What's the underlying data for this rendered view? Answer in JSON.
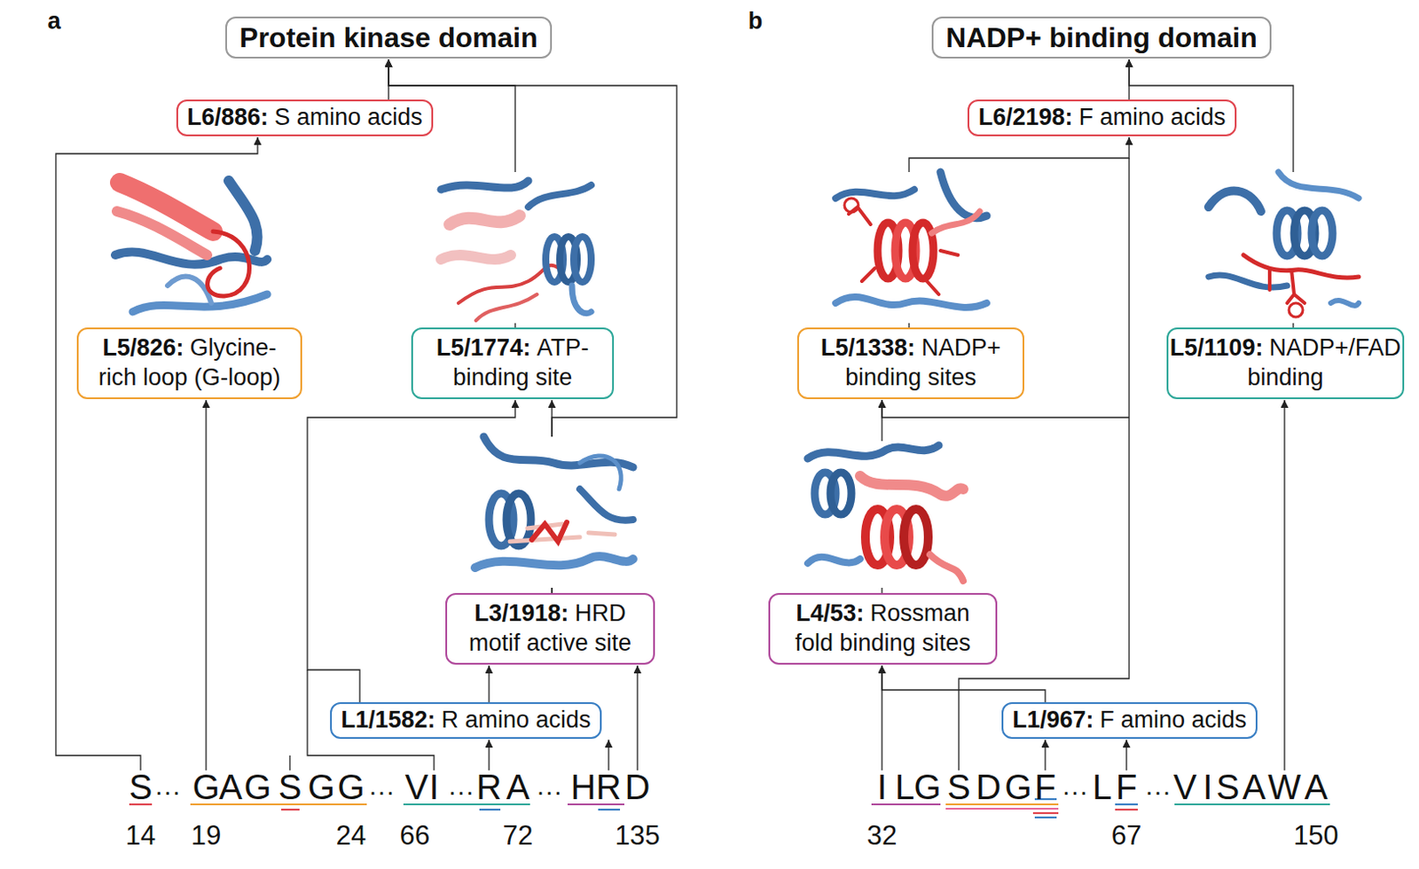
{
  "diagram": {
    "nodes": [
      {
        "text": [
          "Protein kinase domain"
        ]
      },
      {
        "text": [
          "L6/886:",
          "S amino acids"
        ]
      },
      {
        "text": [
          "L5/826:",
          "Glycine-rich loop (G-loop)"
        ]
      },
      {
        "text": [
          "L5/1774:",
          "ATP-binding site"
        ]
      },
      {
        "text": [
          "L3/1918:",
          "HRD motif active site"
        ]
      },
      {
        "text": [
          "L1/1582:",
          "R amino acids"
        ]
      },
      {
        "text": [
          "NADP+ binding domain"
        ]
      },
      {
        "text": [
          "L6/2198:",
          "F amino acids"
        ]
      },
      {
        "text": [
          "L5/1338:",
          "NADP+ binding sites"
        ]
      },
      {
        "text": [
          "L5/1109:",
          "NADP+/FAD binding"
        ]
      },
      {
        "text": [
          "L4/53:",
          "Rossman fold binding sites"
        ]
      },
      {
        "text": [
          "L1/967:",
          "F amino acids"
        ]
      }
    ],
    "edges": [
      {
        "from": 1,
        "to": 0,
        "arrow": "to"
      },
      {
        "from": 3,
        "to": 0,
        "arrow": "to"
      },
      {
        "from": 4,
        "to": 3,
        "arrow": "to"
      },
      {
        "from": 4,
        "to": 0,
        "arrow": "to"
      },
      {
        "from": 5,
        "to": 4,
        "arrow": "to"
      },
      {
        "from": 5,
        "to": 3,
        "arrow": "to"
      },
      {
        "from": 7,
        "to": 6,
        "arrow": "to"
      },
      {
        "from": 9,
        "to": 6,
        "arrow": "to"
      },
      {
        "from": 8,
        "to": 7,
        "arrow": "to"
      },
      {
        "from": 10,
        "to": 8,
        "arrow": "to"
      },
      {
        "from": 11,
        "to": 10,
        "arrow": "to"
      }
    ],
    "labels": [
      "a",
      "b",
      "S",
      "···",
      "G",
      "A",
      "G",
      "S",
      "G",
      "G",
      "···",
      "V",
      "I",
      "···",
      "R",
      "A",
      "···",
      "H",
      "R",
      "D",
      "14",
      "19",
      "24",
      "66",
      "72",
      "135",
      "I",
      "L",
      "G",
      "S",
      "D",
      "G",
      "F",
      "···",
      "L",
      "F",
      "···",
      "V",
      "I",
      "S",
      "A",
      "W",
      "A",
      "32",
      "67",
      "150"
    ]
  }
}
